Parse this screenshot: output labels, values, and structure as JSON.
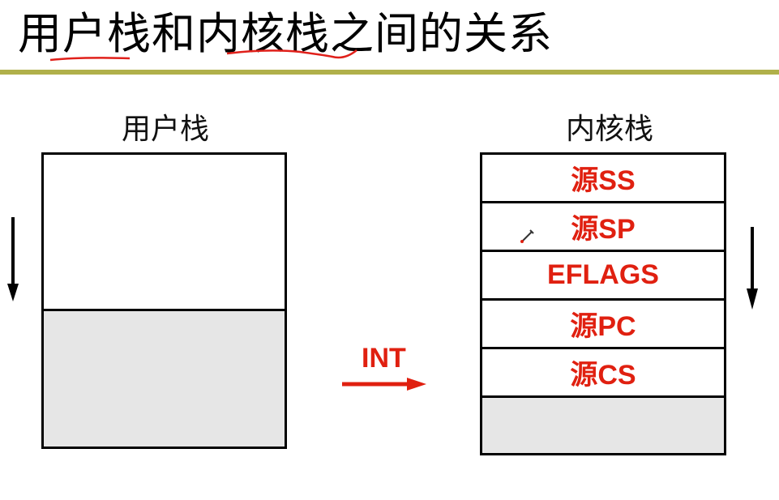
{
  "slide": {
    "title": "用户栈和内核栈之间的关系",
    "underline_color": "#b0b04a"
  },
  "user_stack": {
    "label": "用户栈",
    "filled_color": "#e6e6e6"
  },
  "kernel_stack": {
    "label": "内核栈",
    "rows": [
      "源SS",
      "源SP",
      "EFLAGS",
      "源PC",
      "源CS"
    ],
    "text_color": "#e02010"
  },
  "transition": {
    "label": "INT",
    "color": "#e02010"
  },
  "icons": [
    "down-arrow-icon",
    "right-arrow-icon",
    "pen-cursor-icon"
  ]
}
